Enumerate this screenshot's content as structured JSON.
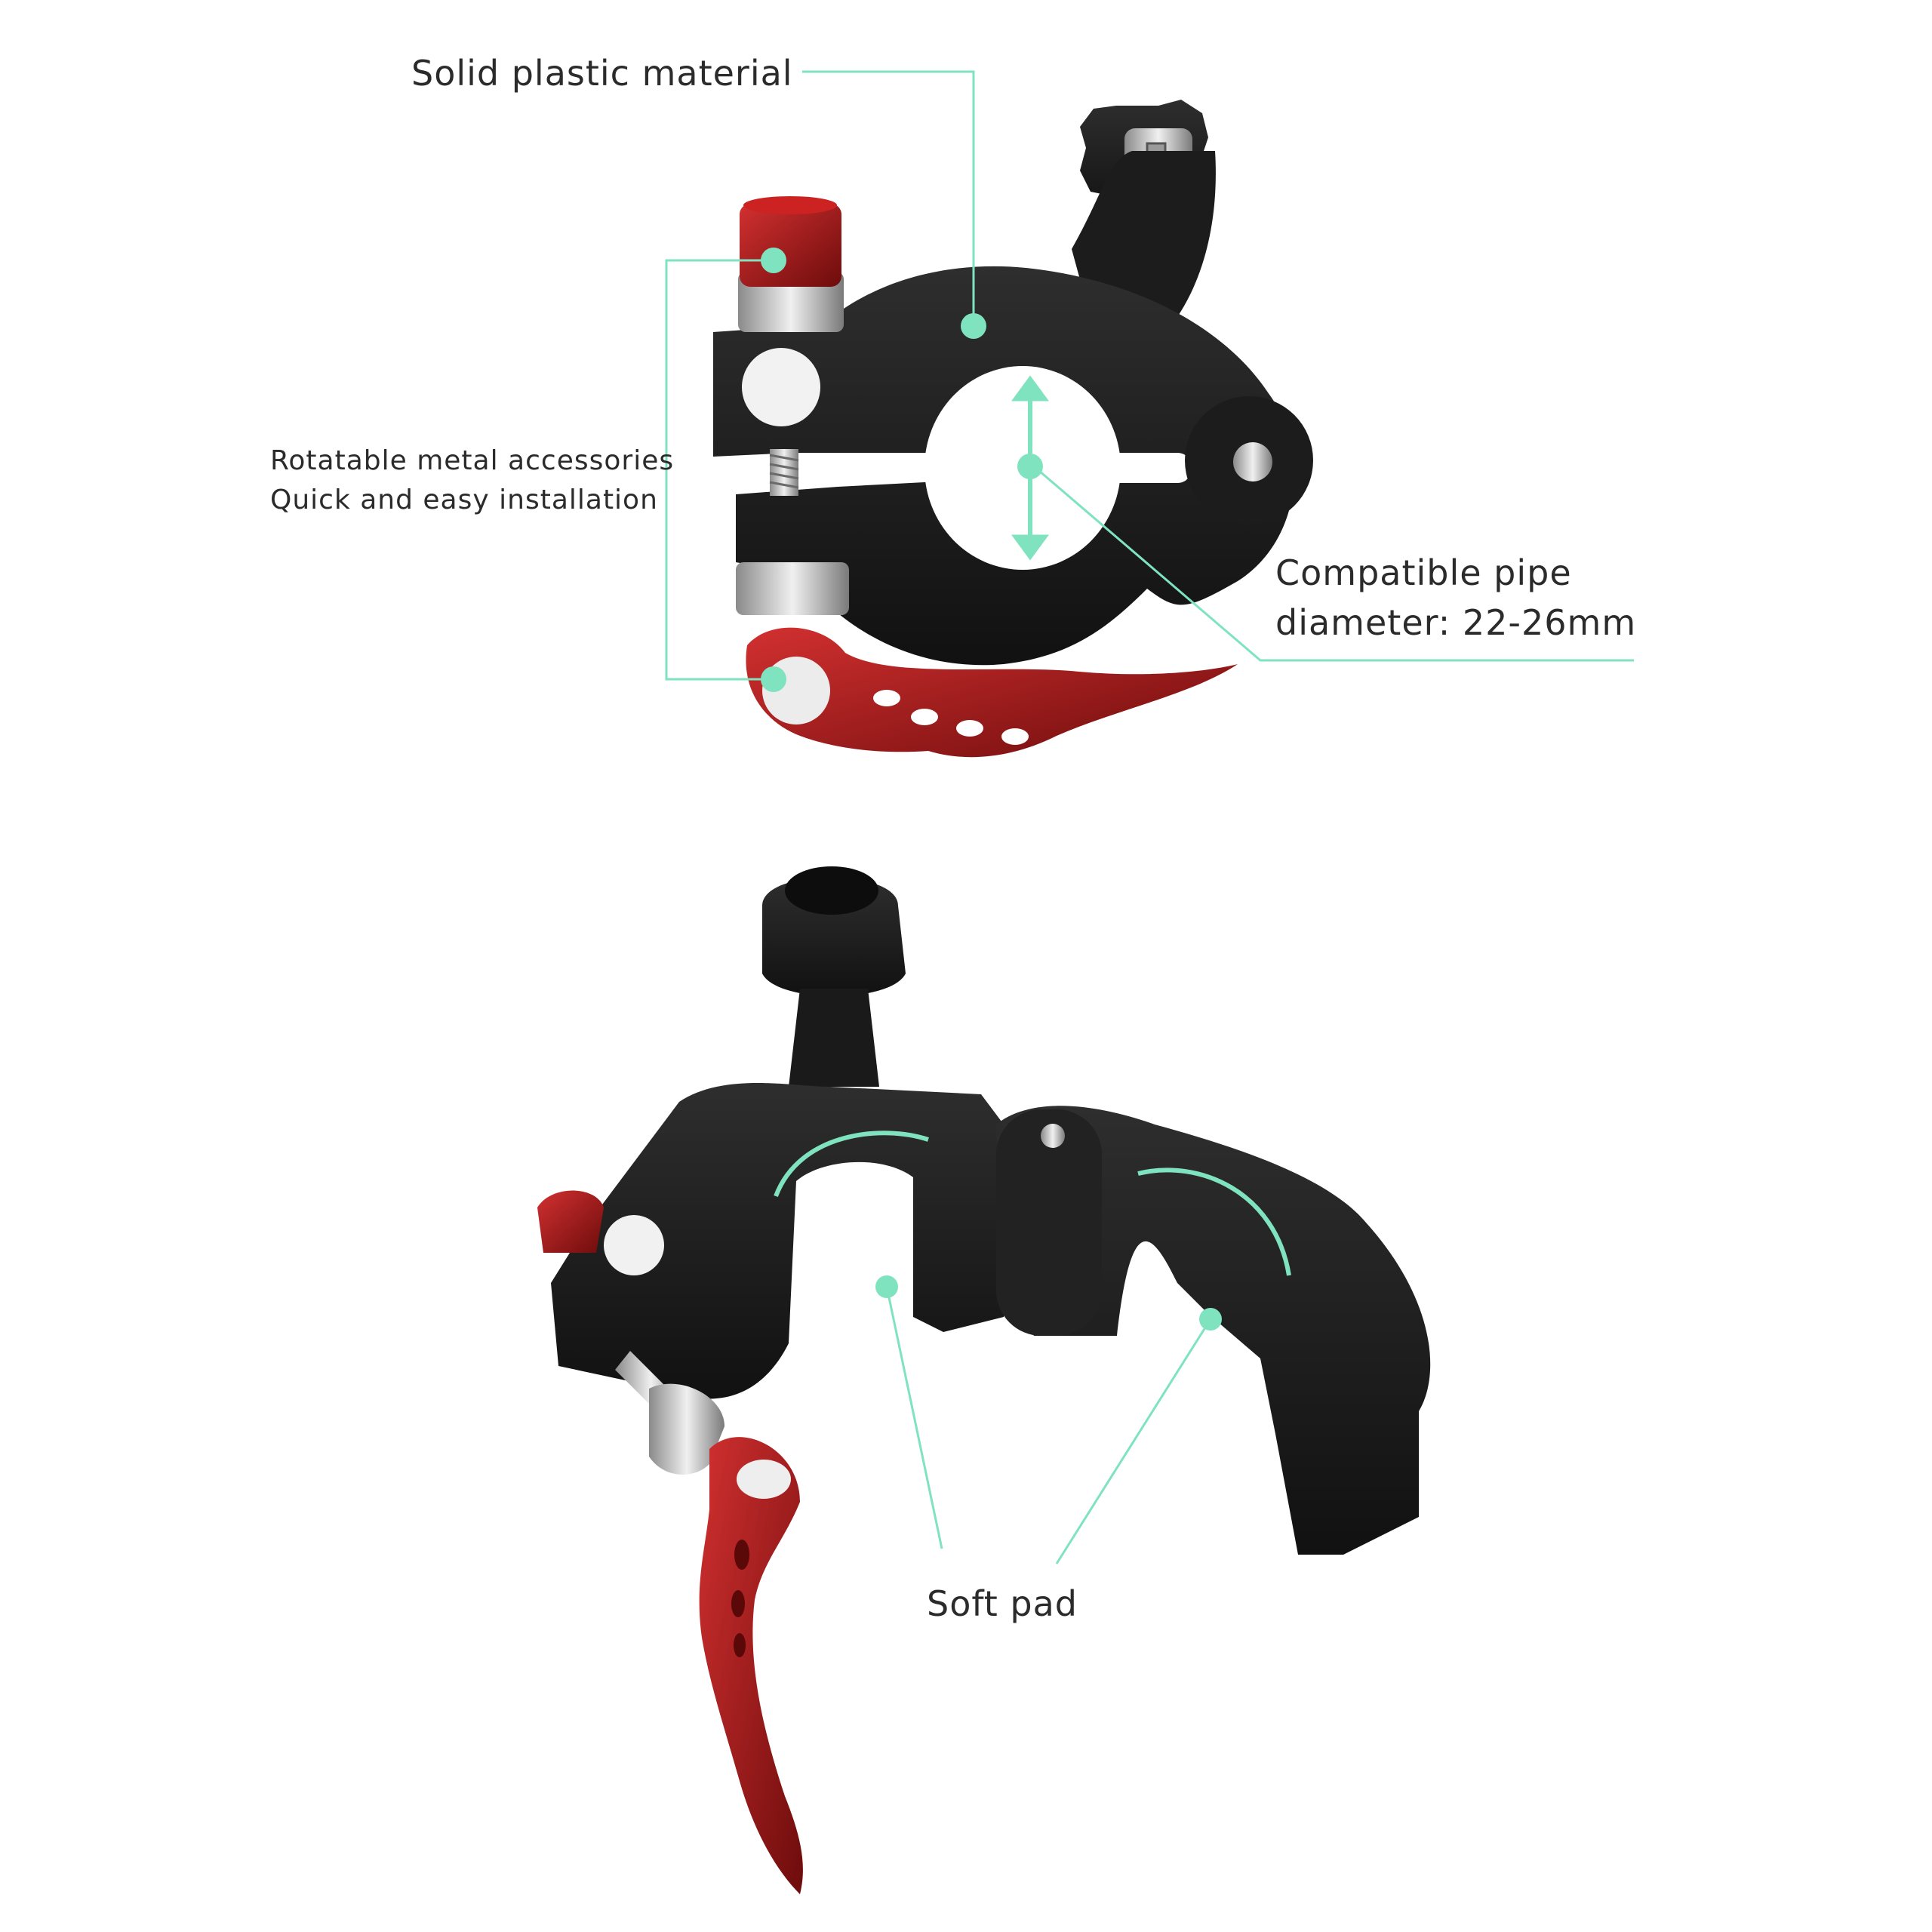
{
  "colors": {
    "accent": "#7fe3c0",
    "body": "#1c1c1c",
    "metal_red": "#a51818",
    "text": "#2b2b2b"
  },
  "labels": {
    "solid_plastic": "Solid plastic material",
    "rotatable_line1": "Rotatable metal accessories",
    "rotatable_line2": "Quick and easy installation",
    "pipe_line1": "Compatible pipe",
    "pipe_line2": "diameter: 22-26mm",
    "soft_pad": "Soft pad"
  }
}
